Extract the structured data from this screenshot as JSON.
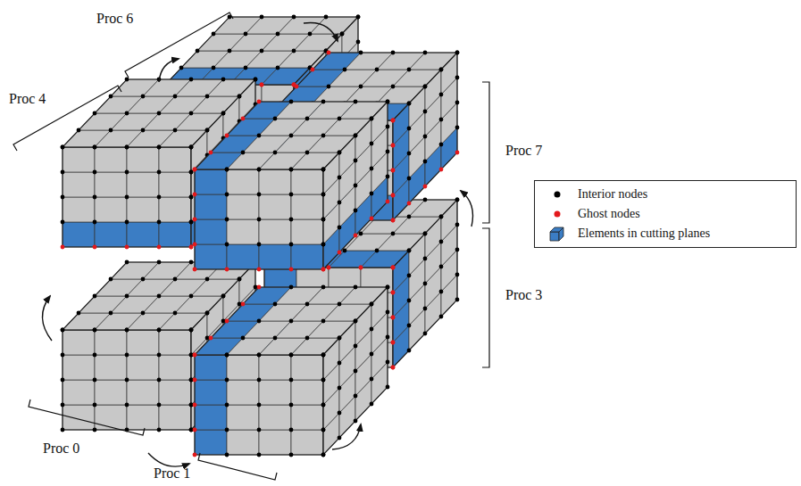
{
  "diagram": {
    "labels": [
      "Proc 6",
      "Proc 4",
      "Proc 7",
      "Proc 3",
      "Proc 0",
      "Proc 1"
    ],
    "legend": [
      {
        "text": "Interior nodes",
        "color": "#000000"
      },
      {
        "text": "Ghost nodes",
        "color": "#e3191c"
      },
      {
        "text": "Elements in cutting planes",
        "color": "#3b7dc4"
      }
    ]
  }
}
